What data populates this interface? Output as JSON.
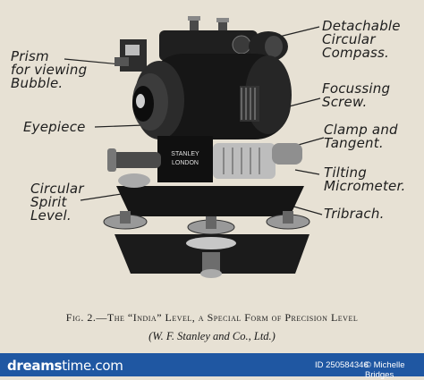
{
  "labels": {
    "prism": "Prism\nfor viewing\nBubble.",
    "compass": "Detachable\nCircular\nCompass.",
    "focus": "Focussing\nScrew.",
    "eyepiece": "Eyepiece",
    "clamp": "Clamp and\nTangent.",
    "tilting": "Tilting\nMicrometer.",
    "spirit": "Circular\nSpirit\nLevel.",
    "tribrach": "Tribrach."
  },
  "engraving": {
    "line1": "STANLEY",
    "line2": "LONDON"
  },
  "caption": {
    "line1": "Fig. 2.—The “India” Level, a Special Form of Precision Level",
    "line2": "(W. F. Stanley and Co., Ltd.)"
  },
  "footer": {
    "brand_a": "dreams",
    "brand_b": "time",
    "brand_c": ".com",
    "id_text": "ID 250584346",
    "author": "© Michelle Bridges"
  },
  "colors": {
    "paper": "#e7e1d4",
    "ink": "#1d1d1d",
    "footer": "#1f57a2"
  }
}
